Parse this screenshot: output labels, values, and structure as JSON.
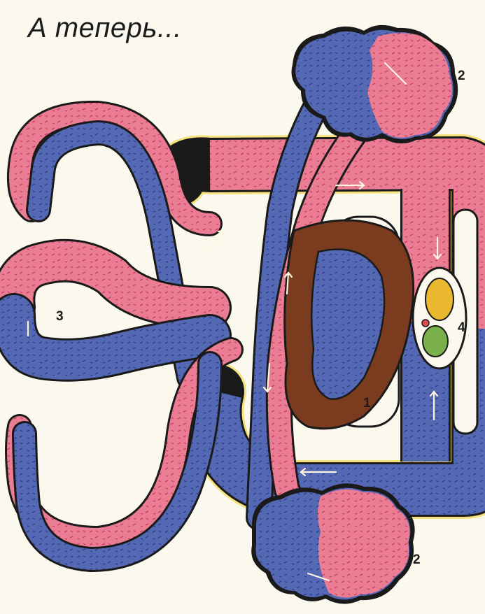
{
  "title": "А теперь...",
  "labels": {
    "heart": "1",
    "lung_top": "2",
    "lung_bottom": "2",
    "capillary_bed": "3",
    "organs": "4"
  },
  "colors": {
    "arterial": "#ea7c93",
    "venous": "#5468b4",
    "heart_muscle": "#7a3b1f",
    "outline": "#1a1a1a",
    "halo": "#f6e27a",
    "background": "#fbf8ee"
  }
}
